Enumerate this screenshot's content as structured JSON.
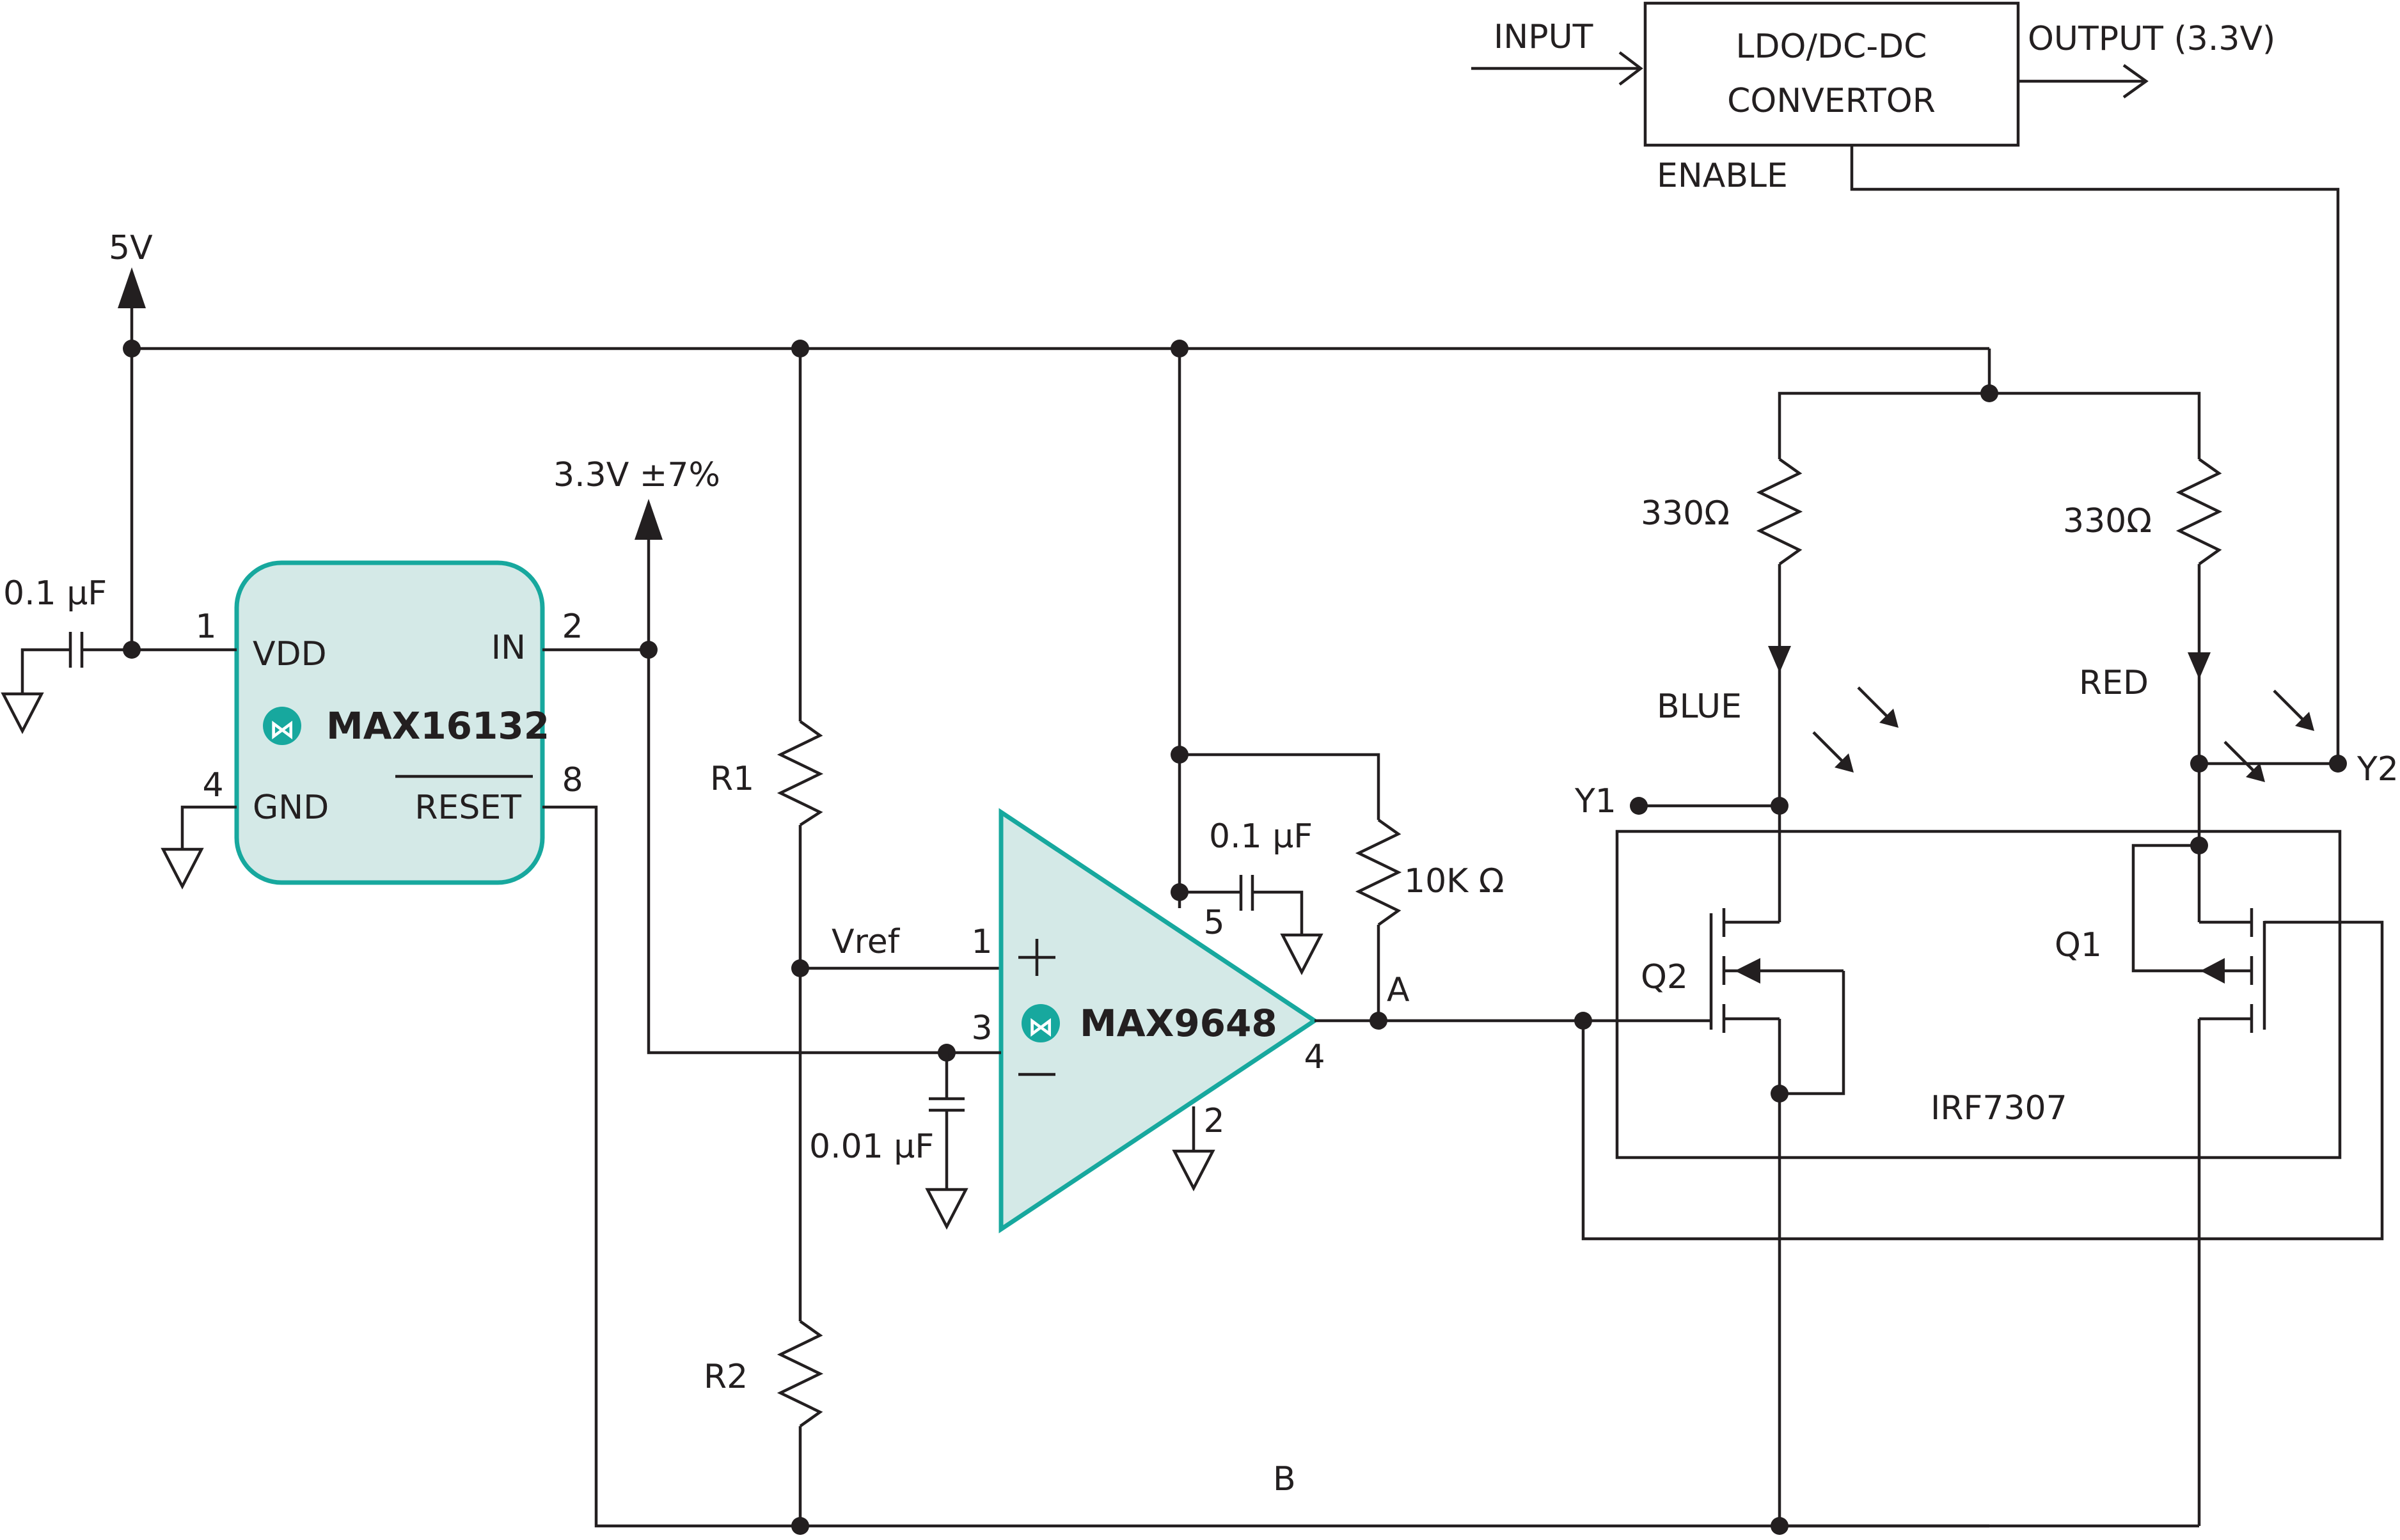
{
  "colors": {
    "ic_fill": "#d4e9e7",
    "ic_stroke": "#17a89e",
    "wire": "#231f20"
  },
  "converter": {
    "line1": "LDO/DC-DC",
    "line2": "CONVERTOR",
    "input": "INPUT",
    "output": "OUTPUT (3.3V)",
    "enable": "ENABLE"
  },
  "rails": {
    "supply": "5V",
    "monitored": "3.3V ±7%"
  },
  "max16132": {
    "name": "MAX16132",
    "pins": {
      "vdd": "VDD",
      "vdd_num": "1",
      "gnd": "GND",
      "gnd_num": "4",
      "in": "IN",
      "in_num": "2",
      "reset": "RESET",
      "reset_num": "8"
    },
    "bypass_cap": "0.1 μF"
  },
  "max9648": {
    "name": "MAX9648",
    "pins": {
      "plus": "1",
      "minus": "3",
      "out": "4",
      "vcc": "5",
      "gnd": "2"
    },
    "bypass_cap": "0.1 μF",
    "filter_cap": "0.01 μF",
    "pullup": "10K Ω"
  },
  "divider": {
    "r1": "R1",
    "r2": "R2",
    "vref": "Vref"
  },
  "nodes": {
    "a": "A",
    "b": "B",
    "y1": "Y1",
    "y2": "Y2"
  },
  "leds": {
    "blue": "BLUE",
    "red": "RED",
    "blue_resistor": "330Ω",
    "red_resistor": "330Ω"
  },
  "mosfet": {
    "package": "IRF7307",
    "q1": "Q1",
    "q2": "Q2"
  }
}
